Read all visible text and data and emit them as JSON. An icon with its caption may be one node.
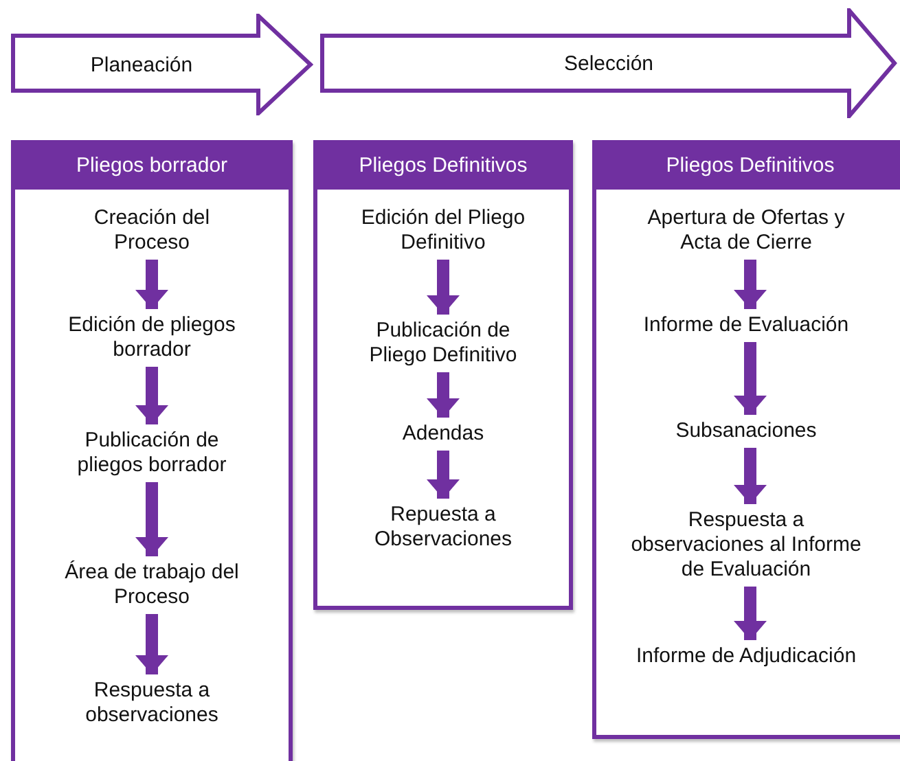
{
  "diagram": {
    "nodes": [
      {
        "text": [
          "Planeación"
        ]
      },
      {
        "text": [
          "Selección"
        ]
      },
      {
        "text": [
          "Pliegos borrador"
        ]
      },
      {
        "text": [
          "Creación del Proceso"
        ],
        "in": 2
      },
      {
        "text": [
          "Edición de pliegos borrador"
        ],
        "in": 2
      },
      {
        "text": [
          "Publicación de pliegos borrador"
        ],
        "in": 2
      },
      {
        "text": [
          "Área de trabajo del Proceso"
        ],
        "in": 2
      },
      {
        "text": [
          "Respuesta a observaciones"
        ],
        "in": 2
      },
      {
        "text": [
          "Pliegos Definitivos"
        ]
      },
      {
        "text": [
          "Edición del Pliego Definitivo"
        ],
        "in": 8
      },
      {
        "text": [
          "Publicación de Pliego Definitivo"
        ],
        "in": 8
      },
      {
        "text": [
          "Adendas"
        ],
        "in": 8
      },
      {
        "text": [
          "Repuesta a Observaciones"
        ],
        "in": 8
      },
      {
        "text": [
          "Pliegos Definitivos"
        ]
      },
      {
        "text": [
          "Apertura de Ofertas y Acta de Cierre"
        ],
        "in": 13
      },
      {
        "text": [
          "Informe de Evaluación"
        ],
        "in": 13
      },
      {
        "text": [
          "Subsanaciones"
        ],
        "in": 13
      },
      {
        "text": [
          "Respuesta a observaciones al Informe de Evaluación"
        ],
        "in": 13
      },
      {
        "text": [
          "Informe de Adjudicación"
        ],
        "in": 13
      }
    ],
    "edges": [
      {
        "from": 3,
        "to": 4,
        "arrow": "to"
      },
      {
        "from": 4,
        "to": 5,
        "arrow": "to"
      },
      {
        "from": 5,
        "to": 6,
        "arrow": "to"
      },
      {
        "from": 6,
        "to": 7,
        "arrow": "to"
      },
      {
        "from": 9,
        "to": 10,
        "arrow": "to"
      },
      {
        "from": 10,
        "to": 11,
        "arrow": "to"
      },
      {
        "from": 11,
        "to": 12,
        "arrow": "to"
      },
      {
        "from": 14,
        "to": 15,
        "arrow": "to"
      },
      {
        "from": 15,
        "to": 16,
        "arrow": "to"
      },
      {
        "from": 16,
        "to": 17,
        "arrow": "to"
      },
      {
        "from": 17,
        "to": 18,
        "arrow": "to"
      }
    ]
  }
}
